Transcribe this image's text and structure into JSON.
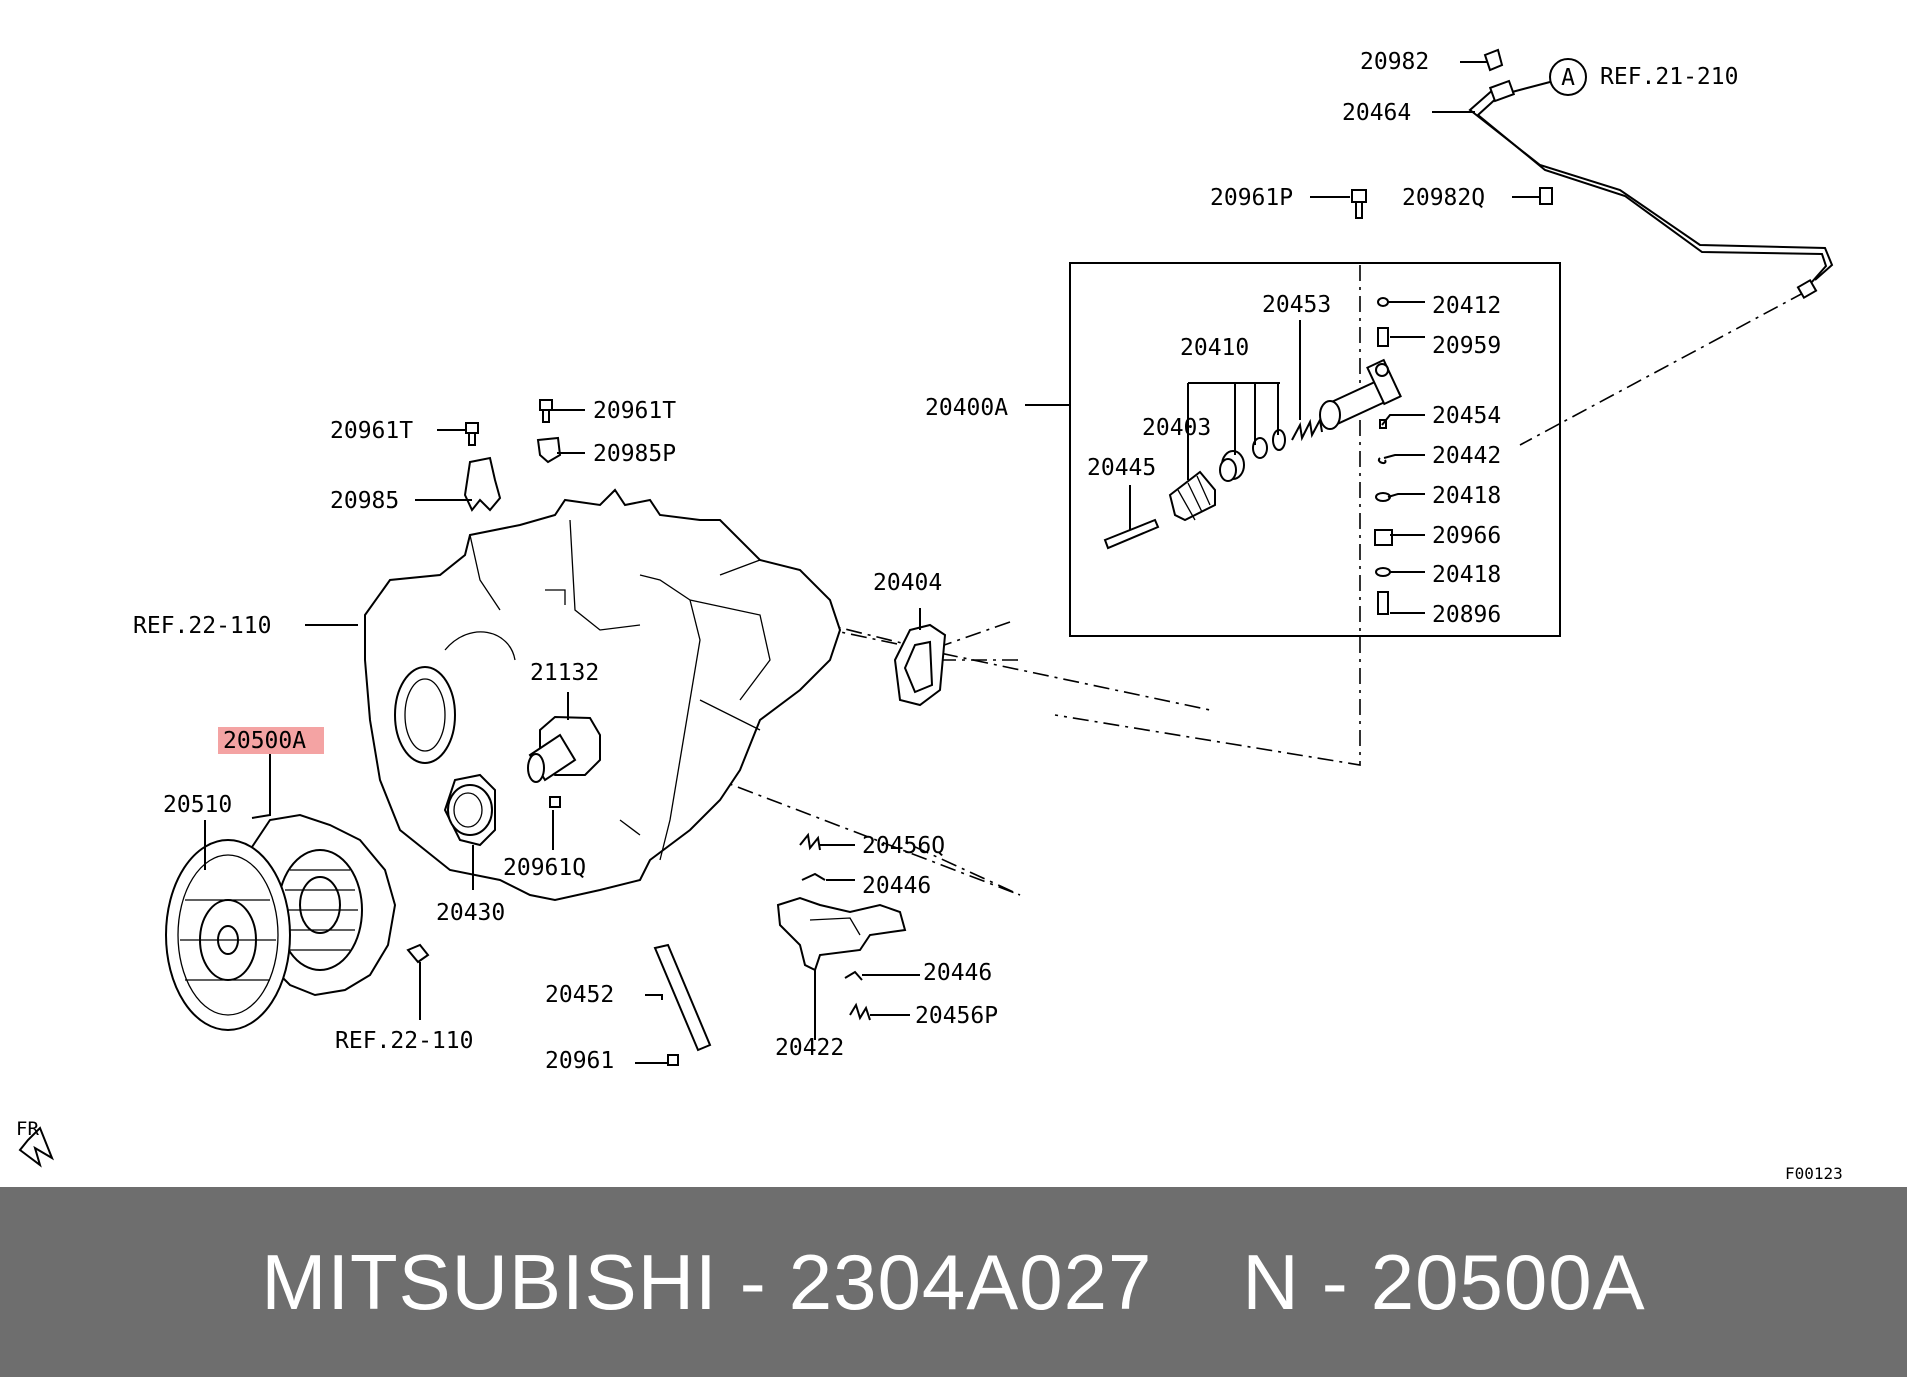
{
  "diagram": {
    "callouts": {
      "c20982": "20982",
      "c20464": "20464",
      "refA_letter": "A",
      "ref21210": "REF.21-210",
      "c20961P": "20961P",
      "c20982Q": "20982Q",
      "c20453": "20453",
      "c20412": "20412",
      "c20410": "20410",
      "c20959": "20959",
      "c20400A": "20400A",
      "c20403": "20403",
      "c20454": "20454",
      "c20445": "20445",
      "c20442": "20442",
      "c20418a": "20418",
      "c20966": "20966",
      "c20418b": "20418",
      "c20896": "20896",
      "c20961T_top": "20961T",
      "c20961T_left": "20961T",
      "c20985P": "20985P",
      "c20985": "20985",
      "c20404": "20404",
      "ref22110_top": "REF.22-110",
      "c21132": "21132",
      "c20500A": "20500A",
      "c20510": "20510",
      "c20961Q": "20961Q",
      "c20430": "20430",
      "c20456Q": "20456Q",
      "c20446a": "20446",
      "c20446b": "20446",
      "c20456P": "20456P",
      "c20452": "20452",
      "c20422": "20422",
      "ref22110_bottom": "REF.22-110",
      "c20961": "20961",
      "fr_mark": "FR",
      "figure_code": "F00123"
    },
    "highlight_color": "#f4a3a3"
  },
  "footer": {
    "brand": "MITSUBISHI",
    "sep1": "-",
    "part_number": "2304A027",
    "n_label": "N",
    "sep2": "-",
    "ref_number": "20500A"
  }
}
